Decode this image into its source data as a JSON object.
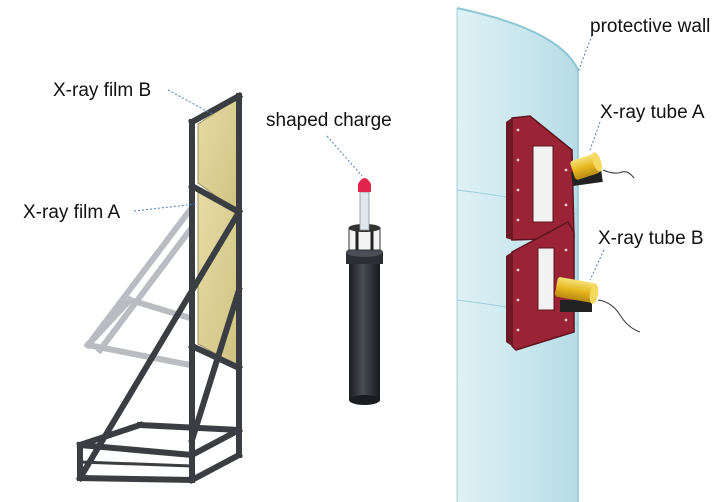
{
  "labels": {
    "film_b": "X-ray film B",
    "film_a": "X-ray film A",
    "shaped_charge": "shaped charge",
    "protective_wall": "protective wall",
    "tube_a": "X-ray tube A",
    "tube_b": "X-ray tube B"
  },
  "colors": {
    "frame": "#3a3d42",
    "frame_light": "#b9bcc0",
    "film": "#d9cf93",
    "wall": "#bfe2ea",
    "wall_edge": "#8fc6d4",
    "mount": "#9a2435",
    "tube": "#e8b820",
    "charge_tip": "#e0244a",
    "leader": "#4a7fc0"
  }
}
